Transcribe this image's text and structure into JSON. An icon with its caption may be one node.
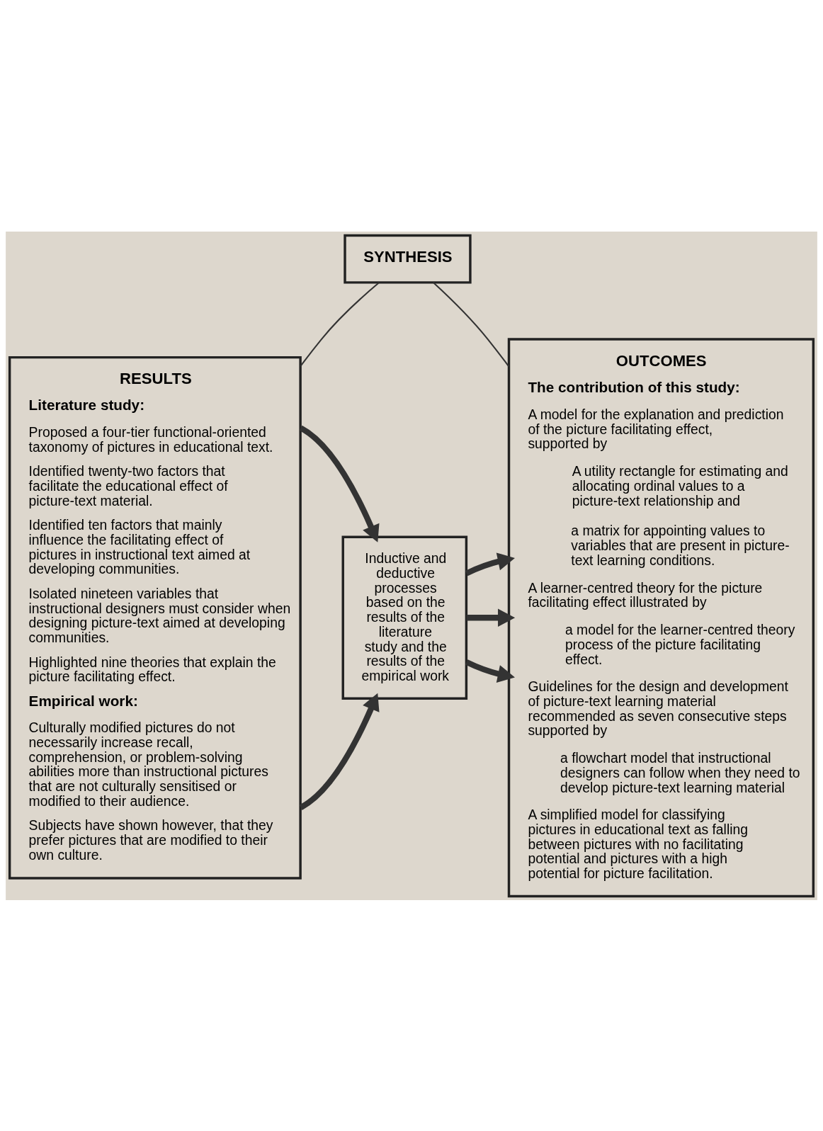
{
  "diagram": {
    "nodes": [
      {
        "text": [
          "SYNTHESIS"
        ]
      },
      {
        "text": [
          "RESULTS",
          "Literature study:",
          "Proposed a four-tier functional-oriented taxonomy of pictures in educational text.",
          "Identified twenty-two factors that facilitate the educational effect of picture-text material.",
          "Identified ten factors that mainly influence the facilitating effect of pictures in instructional text aimed at developing communities.",
          "Isolated nineteen variables that instructional designers must consider when designing picture-text aimed at developing communities.",
          "Highlighted nine theories that explain the picture facilitating effect.",
          "Empirical work:",
          "Culturally modified pictures do not necessarily increase recall, comprehension, or problem-solving abilities more than instructional pictures that are not culturally sensitised or modified to their audience.",
          "Subjects have shown however, that they prefer pictures that are modified to their own culture."
        ]
      },
      {
        "text": [
          "Inductive and deductive processes based on the results of the literature study and the results of the empirical work"
        ]
      },
      {
        "text": [
          "OUTCOMES",
          "The contribution of this study:",
          "A model for the explanation and prediction of the picture facilitating effect, supported by",
          "A utility rectangle for estimating and allocating ordinal values to a picture-text relationship and",
          "a matrix for appointing values to variables that are present in picture-text learning conditions.",
          "A learner-centred theory for the picture facilitating effect illustrated by",
          "a model for the learner-centred theory process of the picture facilitating effect.",
          "Guidelines for the design and development of picture-text learning material recommended as seven consecutive steps supported by",
          "a flowchart model that instructional designers can follow when they need to develop picture-text learning material",
          "A simplified model for classifying pictures in educational text as falling between pictures with no facilitating potential and pictures with a high potential for picture facilitation."
        ]
      }
    ],
    "edges": [
      {
        "from": 0,
        "to": 1,
        "arrow": "none"
      },
      {
        "from": 0,
        "to": 3,
        "arrow": "none"
      },
      {
        "from": 1,
        "to": 2,
        "arrow": "to"
      },
      {
        "from": 1,
        "to": 2,
        "arrow": "to"
      },
      {
        "from": 2,
        "to": 3,
        "arrow": "to"
      },
      {
        "from": 2,
        "to": 3,
        "arrow": "to"
      },
      {
        "from": 2,
        "to": 3,
        "arrow": "to"
      }
    ]
  }
}
